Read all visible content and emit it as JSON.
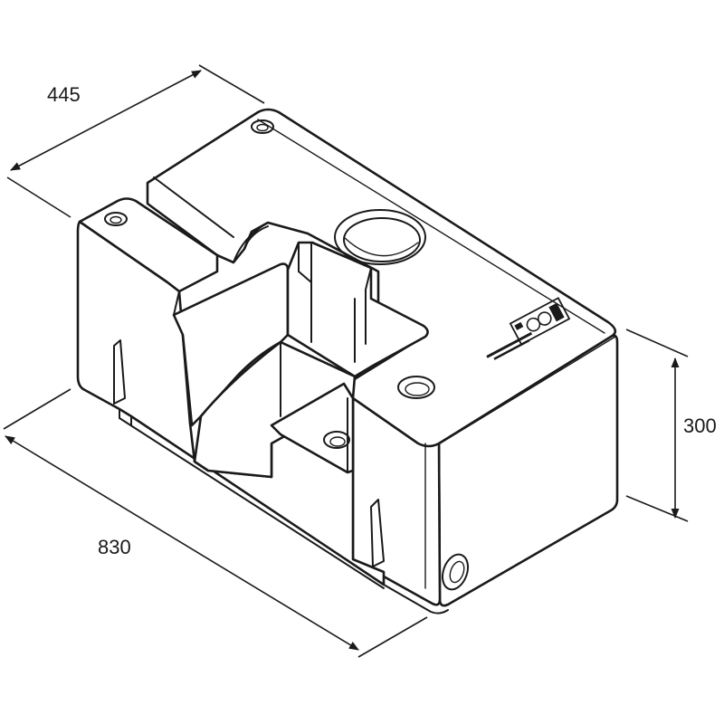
{
  "dimensions": {
    "depth": "445",
    "length": "830",
    "height": "300"
  },
  "colors": {
    "ink": "#1a1a1a",
    "background": "#ffffff"
  }
}
